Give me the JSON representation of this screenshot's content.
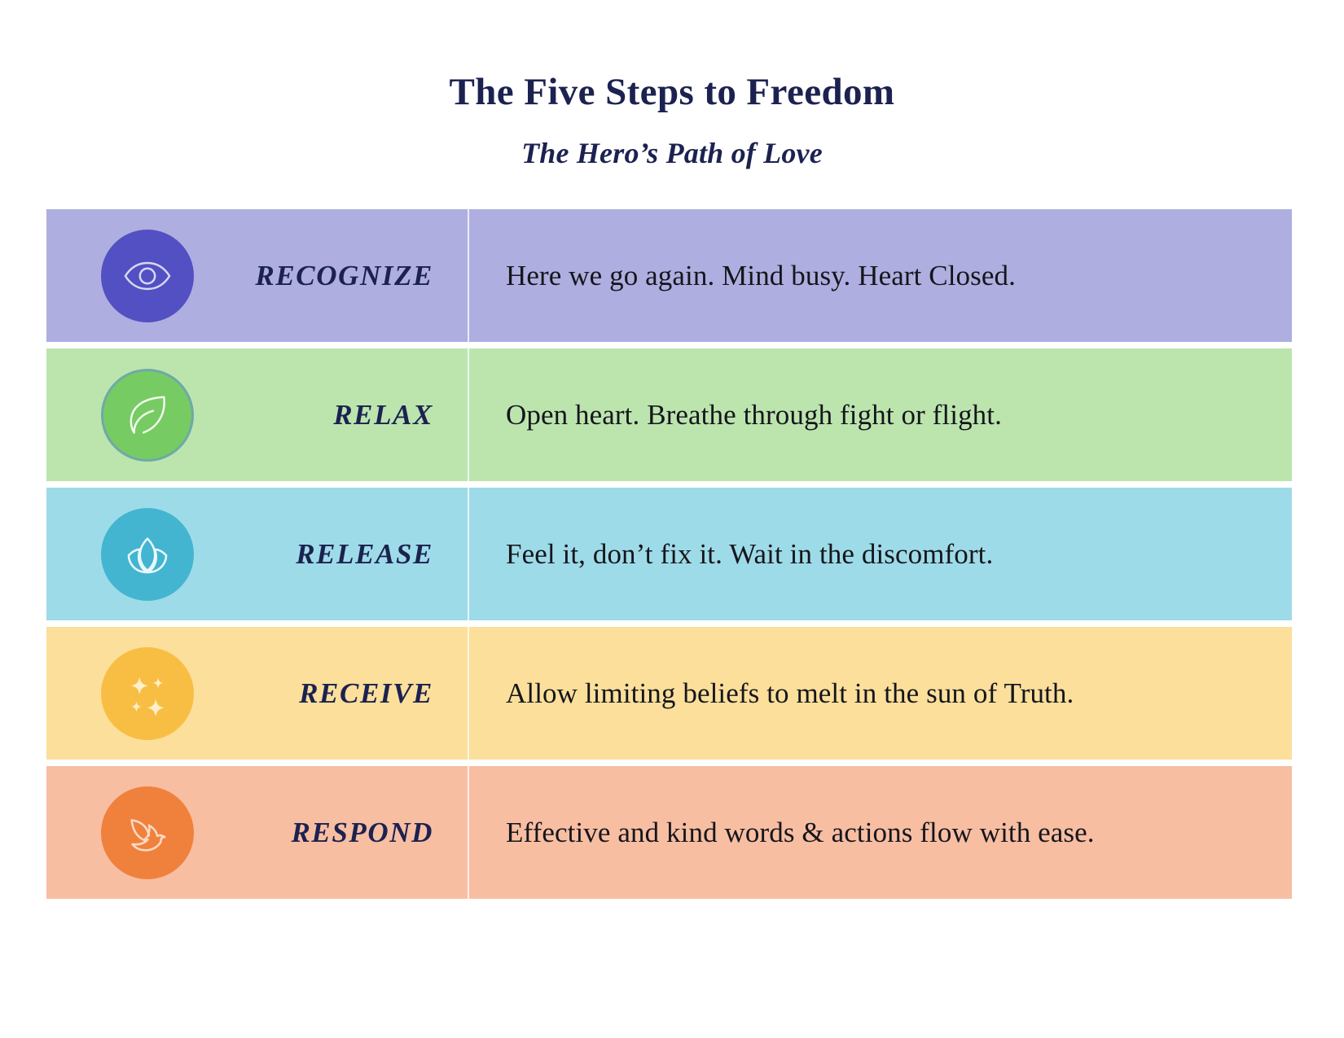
{
  "header": {
    "title": "The Five Steps to Freedom",
    "subtitle": "The Hero’s Path of Love",
    "title_color": "#1C2250"
  },
  "steps": [
    {
      "label": "RECOGNIZE",
      "description": "Here we go again. Mind busy. Heart Closed.",
      "icon": "eye-icon",
      "band_color": "#AFAEE0",
      "badge_color": "#5350C4",
      "badge_ring_color": "#5350C4",
      "icon_stroke_color": "#D8D7F0"
    },
    {
      "label": "RELAX",
      "description": "Open heart. Breathe through fight or flight.",
      "icon": "leaf-icon",
      "band_color": "#BCE5AE",
      "badge_color": "#76CB62",
      "badge_ring_color": "#6FA9A8",
      "icon_stroke_color": "#F0FBEC"
    },
    {
      "label": "RELEASE",
      "description": "Feel it, don’t fix it. Wait in the discomfort.",
      "icon": "lotus-icon",
      "band_color": "#9EDBE8",
      "badge_color": "#43B5D1",
      "badge_ring_color": "#43B5D1",
      "icon_stroke_color": "#EAF8FC"
    },
    {
      "label": "RECEIVE",
      "description": "Allow limiting beliefs to melt in the sun of Truth.",
      "icon": "sparkles-icon",
      "band_color": "#FBDF9B",
      "badge_color": "#F8BE44",
      "badge_ring_color": "#F8BE44",
      "icon_stroke_color": "#FDEFC9"
    },
    {
      "label": "RESPOND",
      "description": "Effective and kind words & actions flow with ease.",
      "icon": "dove-icon",
      "band_color": "#F8BEA2",
      "badge_color": "#F0813C",
      "badge_ring_color": "#F0813C",
      "icon_stroke_color": "#FBD9C3"
    }
  ]
}
